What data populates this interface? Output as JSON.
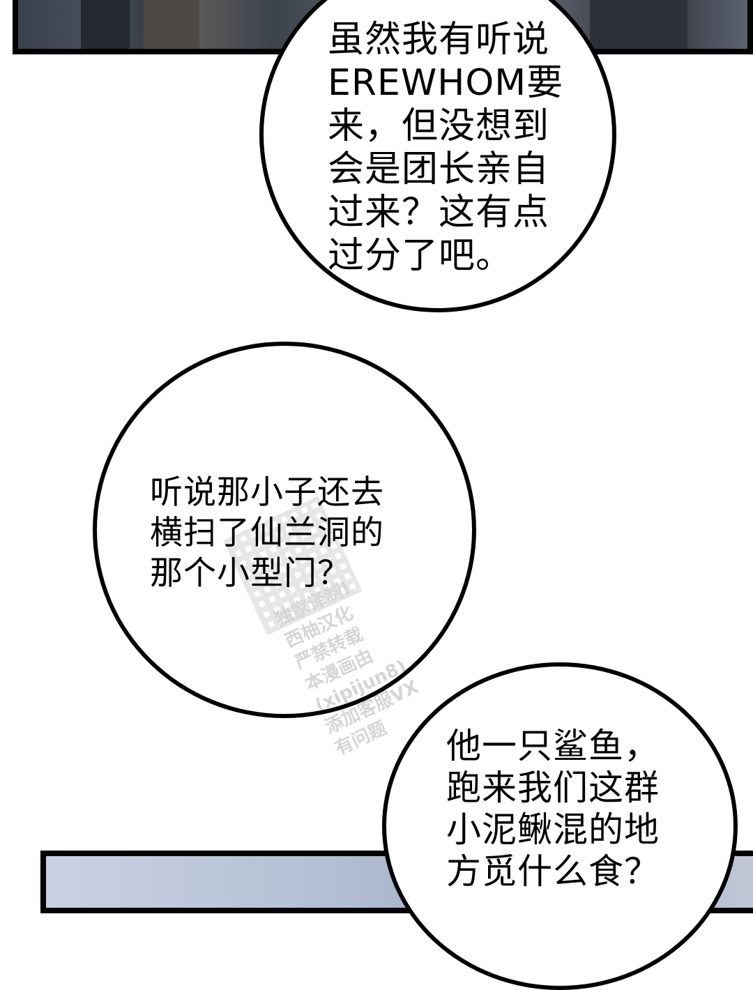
{
  "bubbles": [
    {
      "lines": [
        "虽然我有听说",
        "EREWHOM要",
        "来，但没想到",
        "会是团长亲自",
        "过来？这有点",
        "过分了吧。"
      ]
    },
    {
      "lines": [
        "听说那小子还去",
        "横扫了仙兰洞的",
        "那个小型门？"
      ]
    },
    {
      "lines": [
        "他一只鲨鱼，",
        "跑来我们这群",
        "小泥鳅混的地",
        "方觅什么食？"
      ]
    }
  ],
  "watermark": {
    "lines": [
      "独家译制!",
      "西柚汉化",
      "严禁转载",
      "本漫画由",
      "(xipijun8)",
      "添加客服VX",
      "有问题"
    ]
  },
  "colors": {
    "border": "#000000",
    "background": "#ffffff"
  }
}
